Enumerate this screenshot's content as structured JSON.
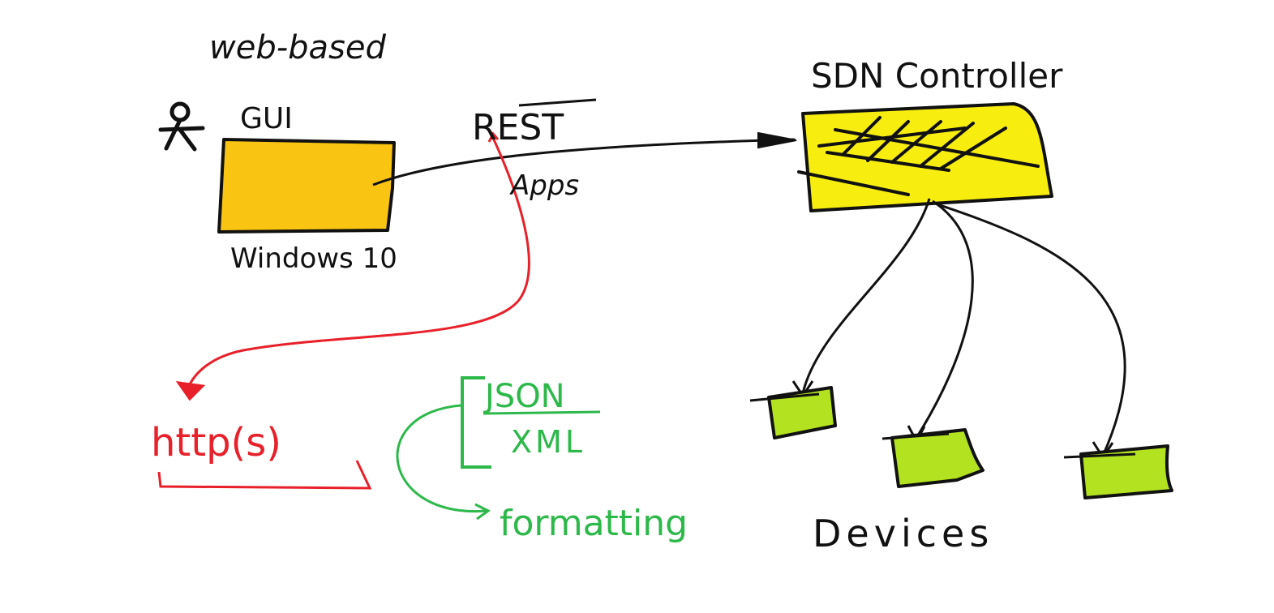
{
  "labels": {
    "web_based": "web-based",
    "gui": "GUI",
    "rest": "REST",
    "apps": "Apps",
    "windows": "Windows 10",
    "sdn_controller": "SDN Controller",
    "devices": "Devices",
    "https": "http(s)",
    "json": "JSON",
    "xml": "XML",
    "formatting": "formatting"
  },
  "colors": {
    "ink": "#111111",
    "red": "#e8202a",
    "green": "#2db84a",
    "gui_box": "#f9c412",
    "controller": "#f7ee10",
    "device": "#b3e320",
    "background": "#ffffff"
  },
  "icons": {
    "user": "person-stick-figure-icon"
  }
}
